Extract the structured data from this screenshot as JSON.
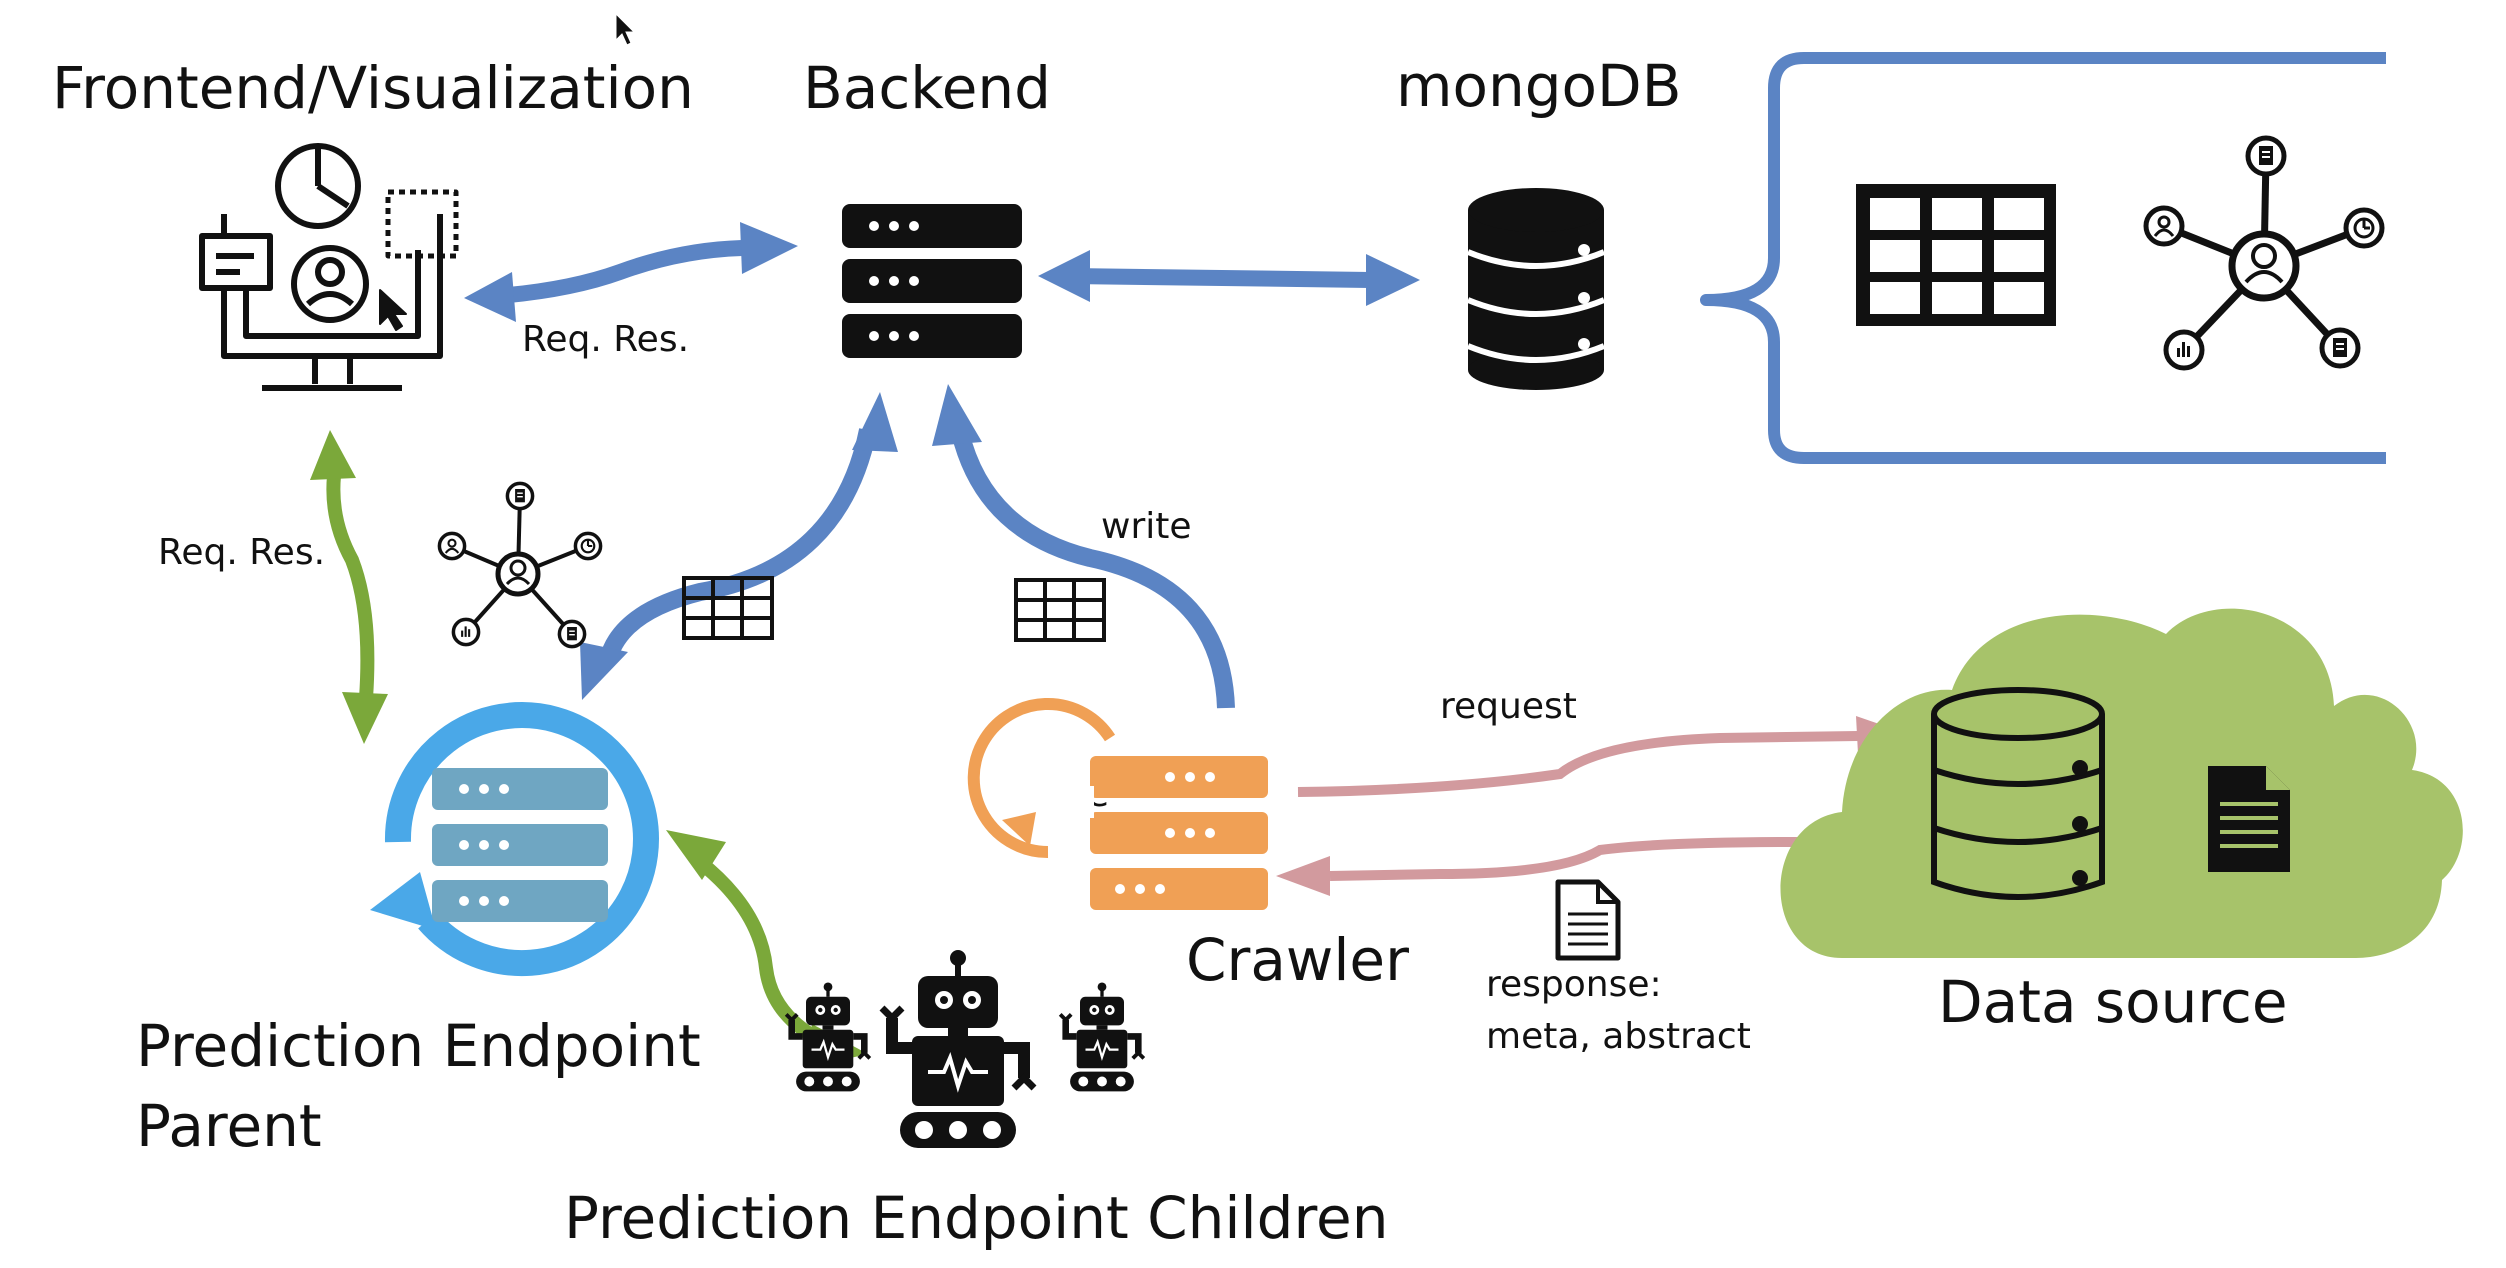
{
  "colors": {
    "blue_arrow": "#5B84C4",
    "green_arrow": "#7BA83A",
    "pink_arrow": "#D29A9E",
    "crawler_orange": "#F0A055",
    "endpoint_blue": "#4AA8E8",
    "endpoint_server": "#6FA6C2",
    "cloud_green": "#A7C36A",
    "icon_black": "#111111"
  },
  "labels": {
    "frontend": "Frontend/Visualization",
    "backend": "Backend",
    "mongodb": "mongoDB",
    "req_res_top": "Req. Res.",
    "req_res_left": "Req. Res.",
    "write": "write",
    "request": "request",
    "pre": "pre",
    "crawler": "Crawler",
    "response_line1": "response:",
    "response_line2": "meta, abstract",
    "data_source": "Data source",
    "endpoint_parent_line1": "Prediction Endpoint",
    "endpoint_parent_line2": "Parent",
    "endpoint_children": "Prediction Endpoint Children"
  },
  "icons": [
    "monitor-dashboard-icon",
    "server-stack-icon",
    "database-icon",
    "table-grid-icon",
    "network-graph-icon",
    "cloud-icon",
    "document-icon",
    "sync-server-icon",
    "robot-icon",
    "mouse-cursor-icon"
  ]
}
